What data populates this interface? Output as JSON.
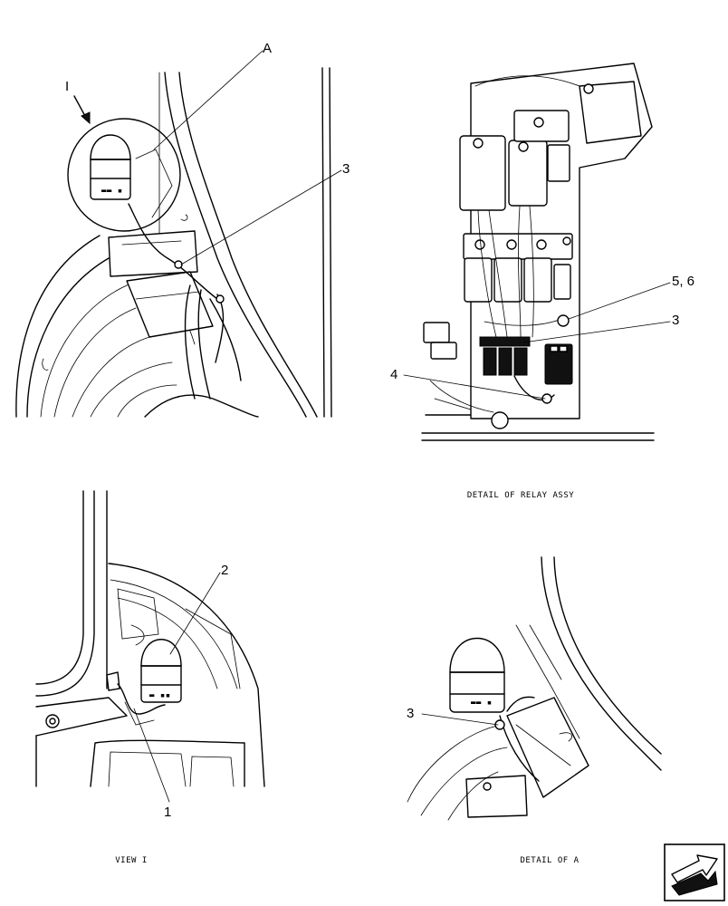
{
  "views": {
    "top_left": {
      "callouts": [
        "A",
        "I",
        "3"
      ]
    },
    "top_right": {
      "caption": "DETAIL OF RELAY ASSY",
      "callouts": [
        "5, 6",
        "3",
        "4"
      ]
    },
    "bottom_left": {
      "caption": "VIEW I",
      "callouts": [
        "2",
        "1"
      ]
    },
    "bottom_right": {
      "caption": "DETAIL OF A",
      "callouts": [
        "3"
      ]
    }
  },
  "navigation": {
    "icon": "next-page-arrow-icon"
  }
}
